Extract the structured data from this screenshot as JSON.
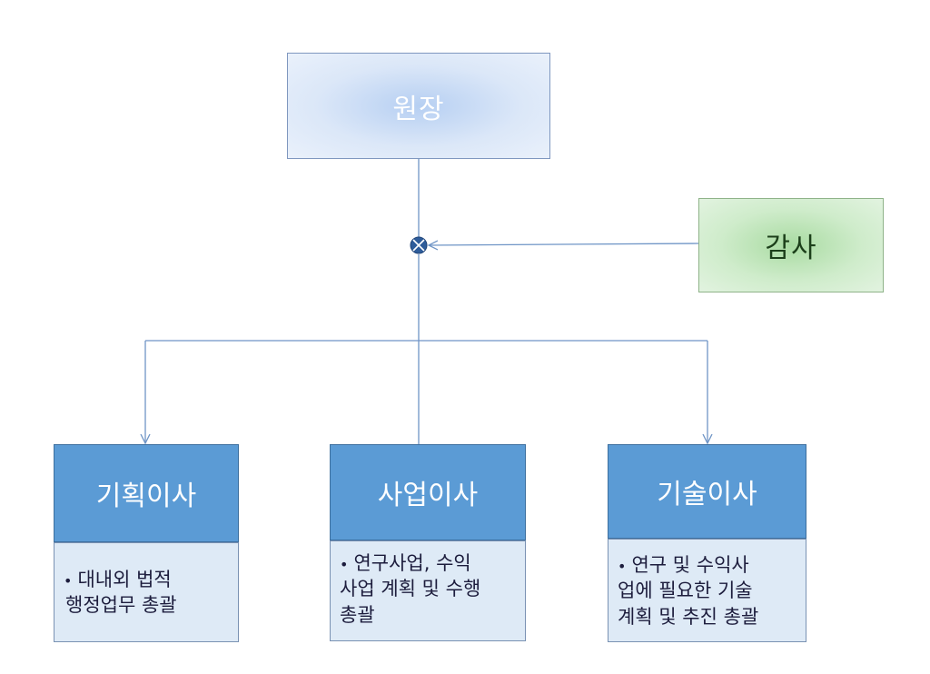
{
  "nodes": {
    "director": "원장",
    "auditor": "감사",
    "planning": {
      "title": "기획이사",
      "duties_bullet": "•",
      "duties_lines": [
        "대내외 법적",
        "행정업무 총괄"
      ]
    },
    "business": {
      "title": "사업이사",
      "duties_bullet": "•",
      "duties_lines": [
        "연구사업, 수익",
        "사업 계획 및 수행",
        "총괄"
      ]
    },
    "tech": {
      "title": "기술이사",
      "duties_bullet": "•",
      "duties_lines": [
        "연구 및 수익사",
        "업에 필요한 기술",
        "계획 및 추진 총괄"
      ]
    }
  },
  "colors": {
    "connector": "#6f95c6",
    "junction": "#2e5c9a",
    "dept_header": "#5b9bd5",
    "dept_body": "#deeaf6"
  }
}
